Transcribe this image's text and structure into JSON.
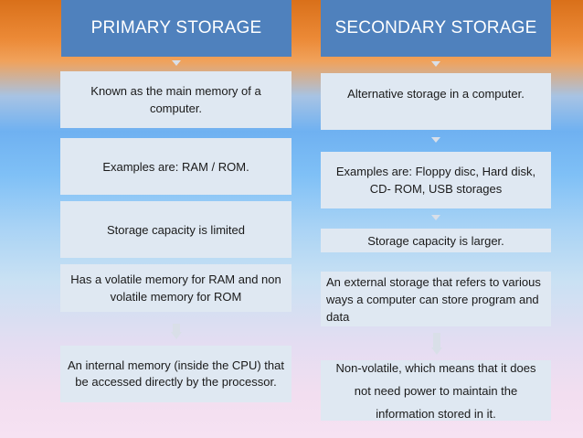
{
  "left_column": {
    "header": "PRIMARY STORAGE",
    "boxes": [
      "Known as the main memory of a computer.",
      "Examples are: RAM / ROM.",
      "Storage capacity is limited",
      "Has a volatile memory for RAM and non volatile memory for ROM",
      "An internal memory (inside the CPU) that be accessed directly by the processor."
    ]
  },
  "right_column": {
    "header": "SECONDARY STORAGE",
    "boxes": [
      "Alternative storage in a computer.",
      "Examples are: Floppy disc, Hard disk, CD- ROM, USB storages",
      "Storage capacity is larger.",
      "An external storage that refers to various ways a computer can store program and data",
      "Non-volatile, which means that it does not need power to maintain the information stored in it."
    ]
  },
  "colors": {
    "header_fill": "#4f81bd",
    "box_fill": "#dfe8f2",
    "arrow_fill": "#d9dfe8"
  },
  "icons": [
    "down-arrow-icon"
  ]
}
